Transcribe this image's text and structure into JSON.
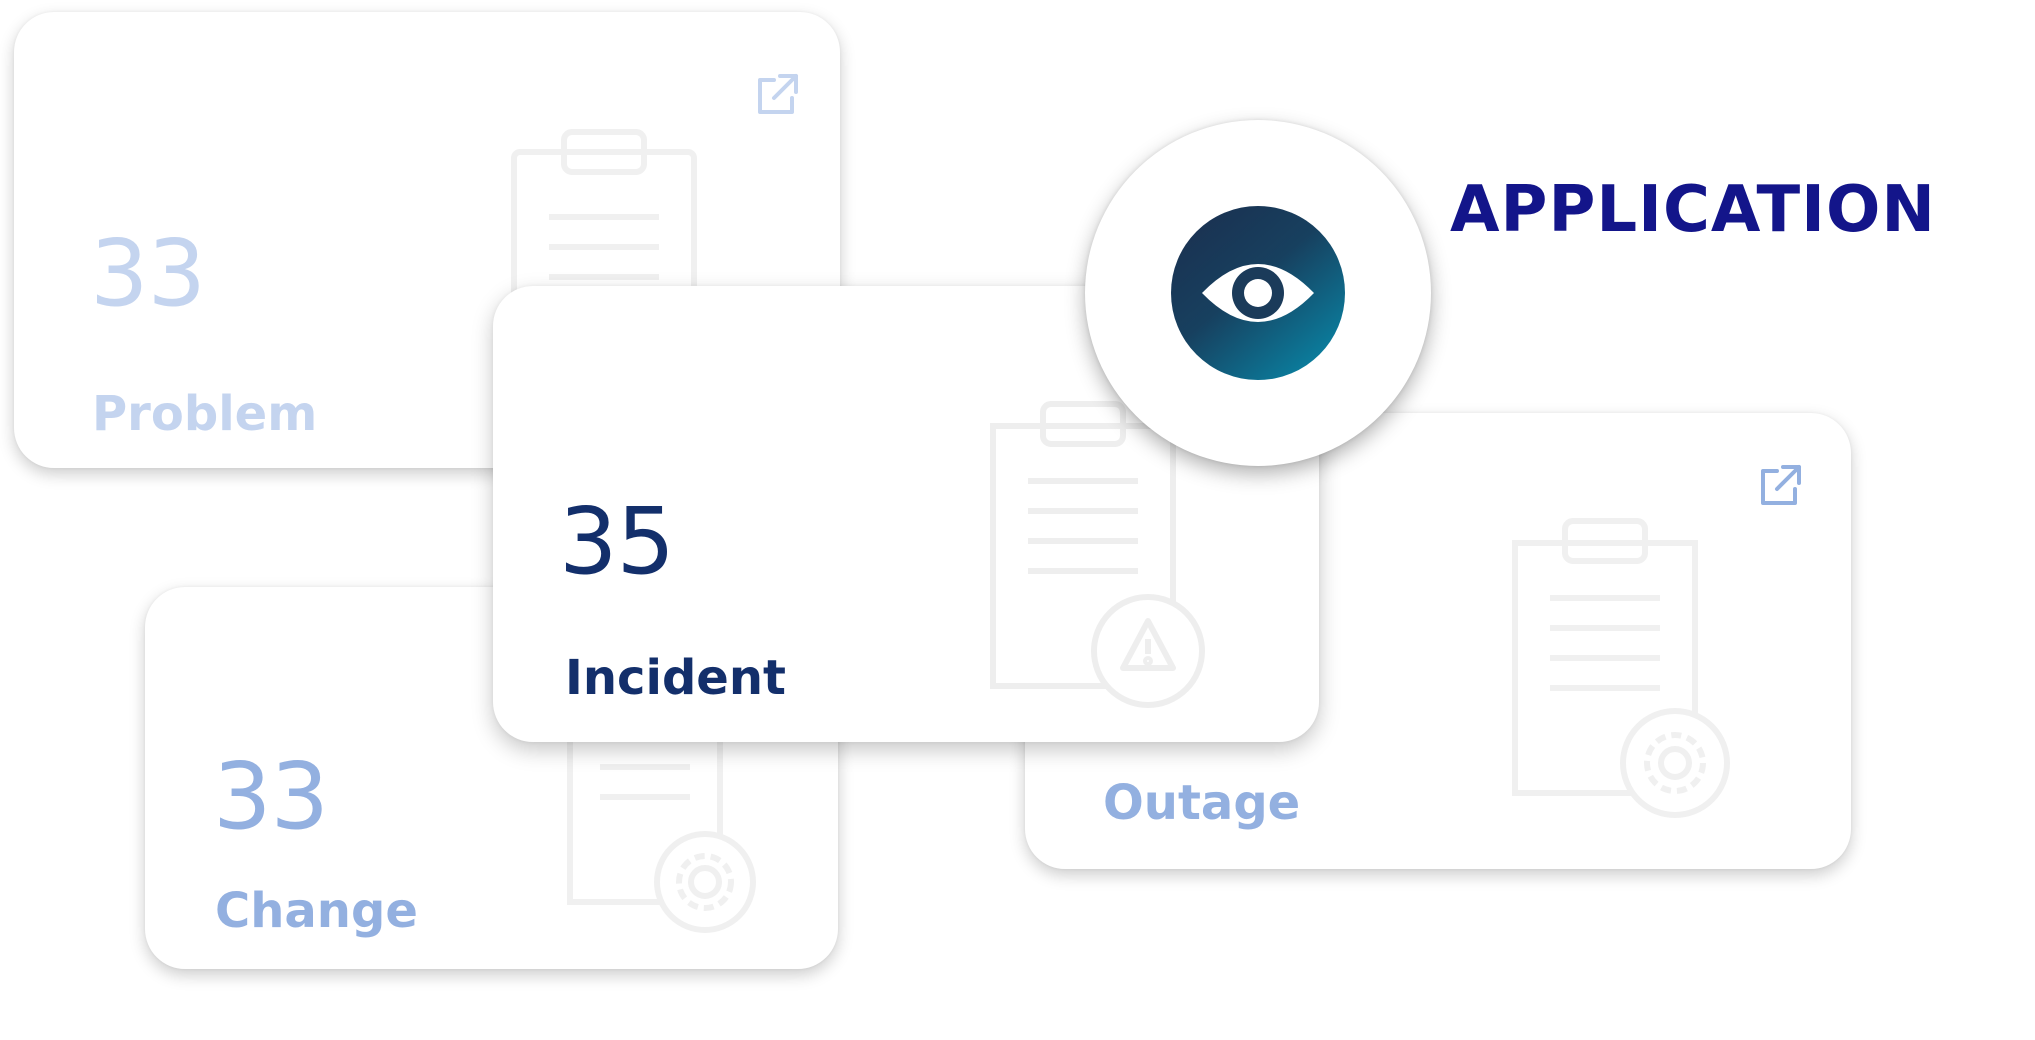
{
  "cards": {
    "problem": {
      "count": "33",
      "label": "Problem",
      "background_icon": "clipboard-icon",
      "link_icon": "external-link-icon"
    },
    "change": {
      "count": "33",
      "label": "Change",
      "background_icon": "clipboard-gear-icon"
    },
    "outage": {
      "label": "Outage",
      "background_icon": "clipboard-gear-icon",
      "link_icon": "external-link-icon"
    },
    "incident": {
      "count": "35",
      "label": "Incident",
      "background_icon": "clipboard-warning-icon"
    }
  },
  "application": {
    "title": "APPLICATION",
    "icon": "eye-icon"
  },
  "colors": {
    "faded_text": "#c4d4ef",
    "muted_text": "#93b0e0",
    "primary_text": "#132f6b",
    "title": "#13158a",
    "gradient_start": "#1b2e4e",
    "gradient_end": "#0790b0"
  }
}
